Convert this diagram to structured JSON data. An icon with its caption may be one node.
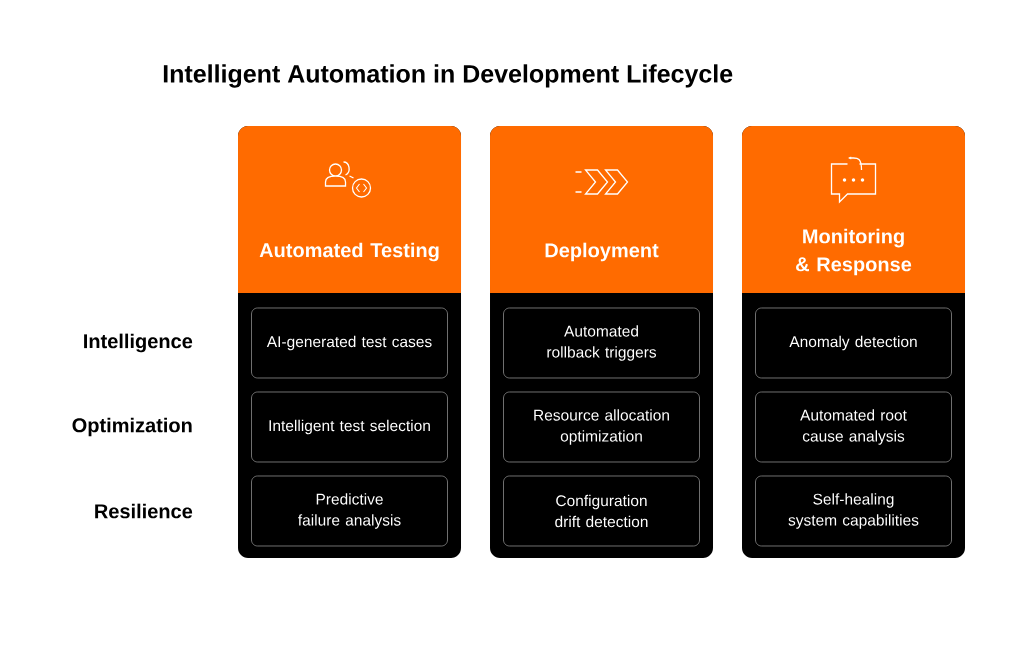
{
  "diagram": {
    "title": "Intelligent Automation in Development Lifecycle",
    "nodes": [
      {
        "text": [
          "Automated Testing"
        ]
      },
      {
        "text": [
          "AI-generated test cases"
        ],
        "in": 0
      },
      {
        "text": [
          "Intelligent test selection"
        ],
        "in": 0
      },
      {
        "text": [
          "Predictive failure analysis"
        ],
        "in": 0
      },
      {
        "text": [
          "Deployment"
        ]
      },
      {
        "text": [
          "Automated rollback triggers"
        ],
        "in": 4
      },
      {
        "text": [
          "Resource allocation optimization"
        ],
        "in": 4
      },
      {
        "text": [
          "Configuration drift detection"
        ],
        "in": 4
      },
      {
        "text": [
          "Monitoring & Response"
        ]
      },
      {
        "text": [
          "Anomaly detection"
        ],
        "in": 8
      },
      {
        "text": [
          "Automated root cause analysis"
        ],
        "in": 8
      },
      {
        "text": [
          "Self-healing system capabilities"
        ],
        "in": 8
      }
    ],
    "labels": [
      "Intelligence",
      "Optimization",
      "Resilience"
    ]
  }
}
